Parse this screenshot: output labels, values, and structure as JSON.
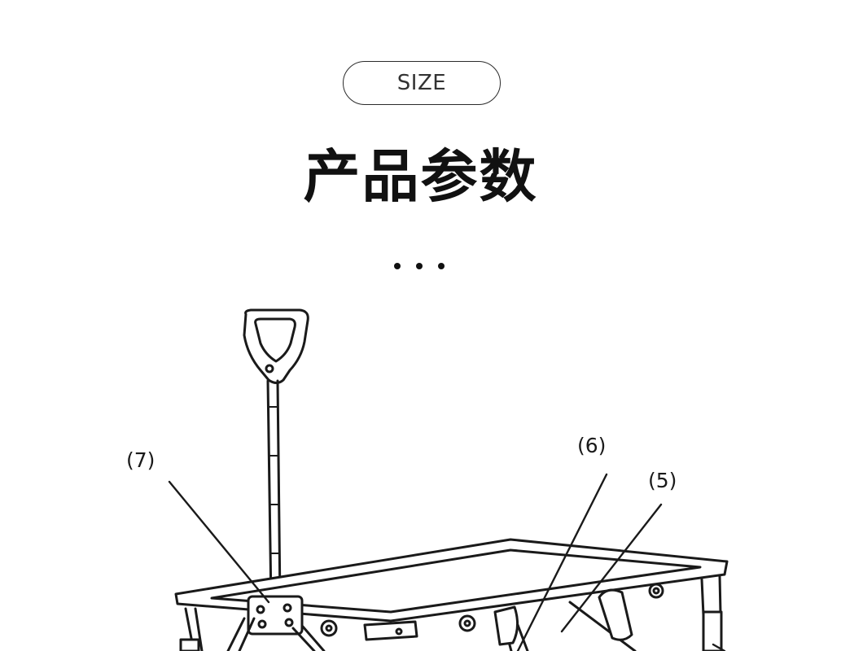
{
  "header": {
    "size_label": "SIZE",
    "title": "产品参数"
  },
  "diagram": {
    "callouts": [
      {
        "id": "7",
        "text": "(7)"
      },
      {
        "id": "6",
        "text": "(6)"
      },
      {
        "id": "5",
        "text": "(5)"
      }
    ]
  }
}
